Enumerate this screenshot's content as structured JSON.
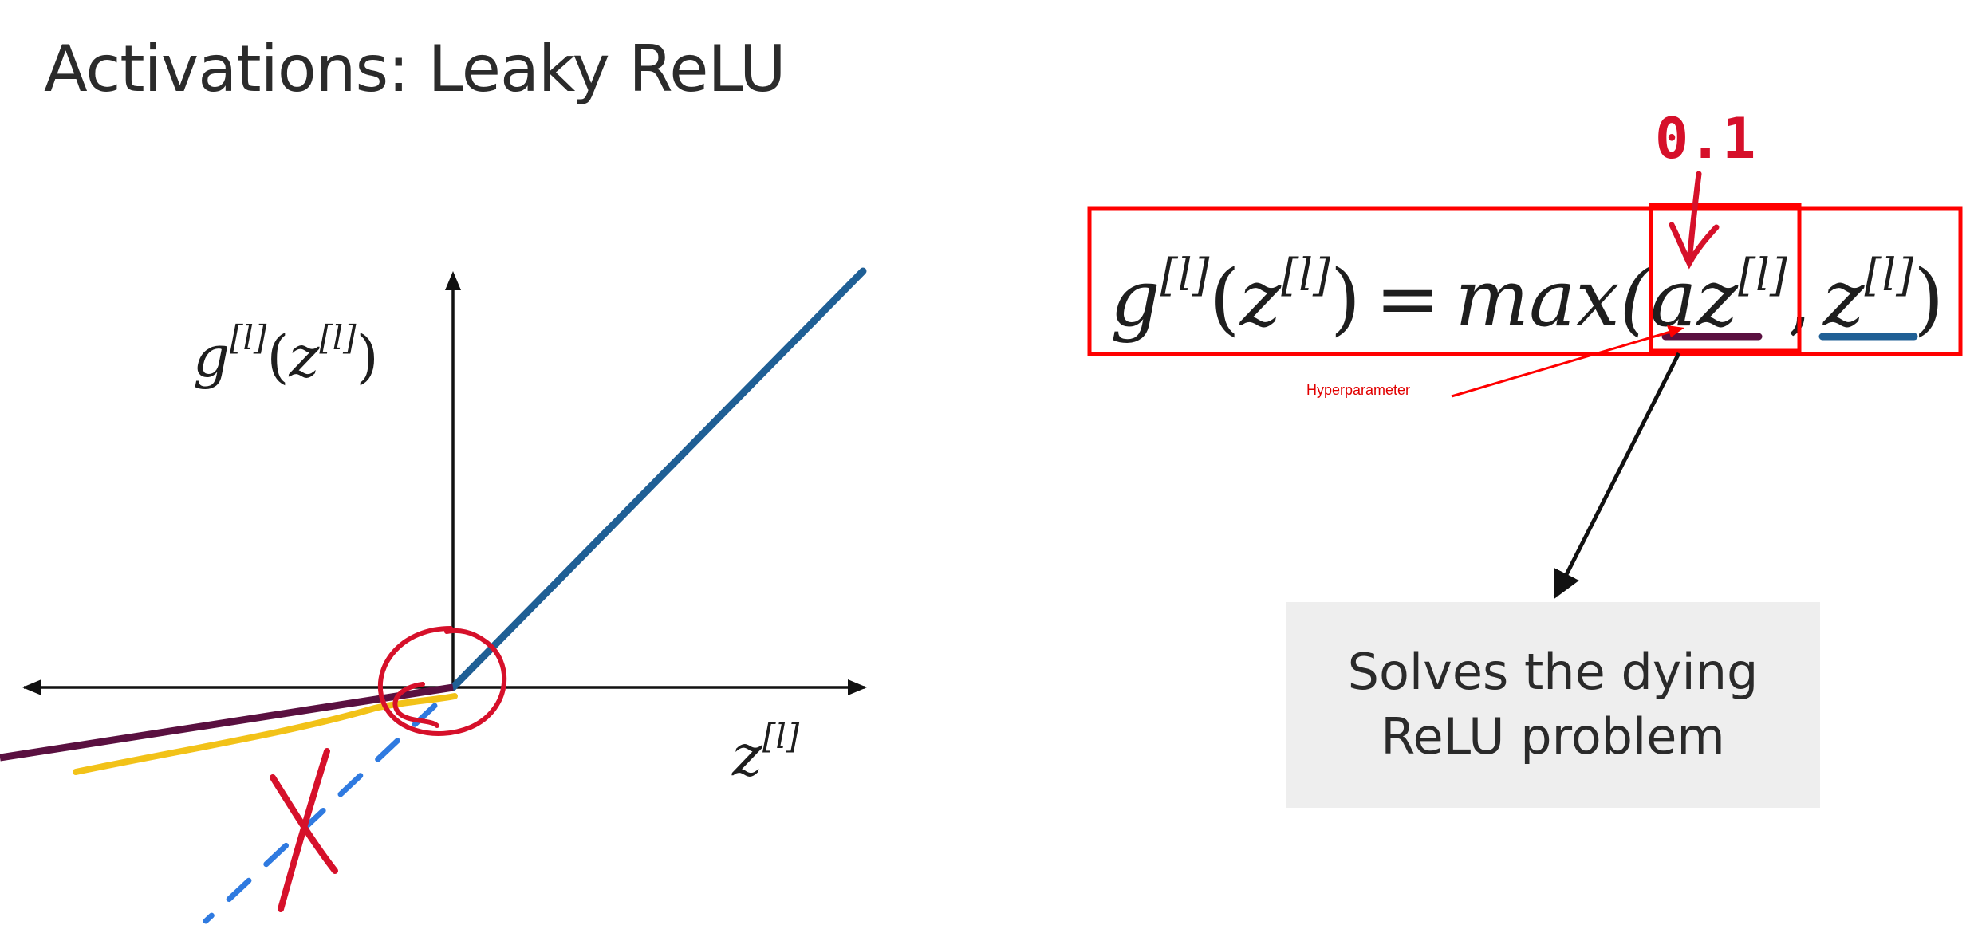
{
  "slide": {
    "title": "Activations: Leaky ReLU"
  },
  "graph": {
    "y_axis_label_base": "g",
    "superscript": "[l]",
    "y_axis_label_arg": "z",
    "x_axis_label_base": "z"
  },
  "formula": {
    "lhs_func": "g",
    "lhs_arg": "z",
    "superscript": "[l]",
    "equals": "=",
    "max_text": "max(",
    "coef": "a",
    "z_term": "z",
    "comma": ",",
    "close_paren": ")"
  },
  "annotations": {
    "handwritten_value": "0.1",
    "hyperparameter_label": "Hyperparameter",
    "note": "Solves the dying ReLU problem"
  },
  "colors": {
    "positive_line": "#1f5f95",
    "leaky_line": "#5a1040",
    "highlight_yellow": "#f2c218",
    "dashed_blue": "#2f7ae0",
    "annotation_red": "#d6102a",
    "box_red": "#ff0000",
    "note_background": "#eeeeee"
  }
}
